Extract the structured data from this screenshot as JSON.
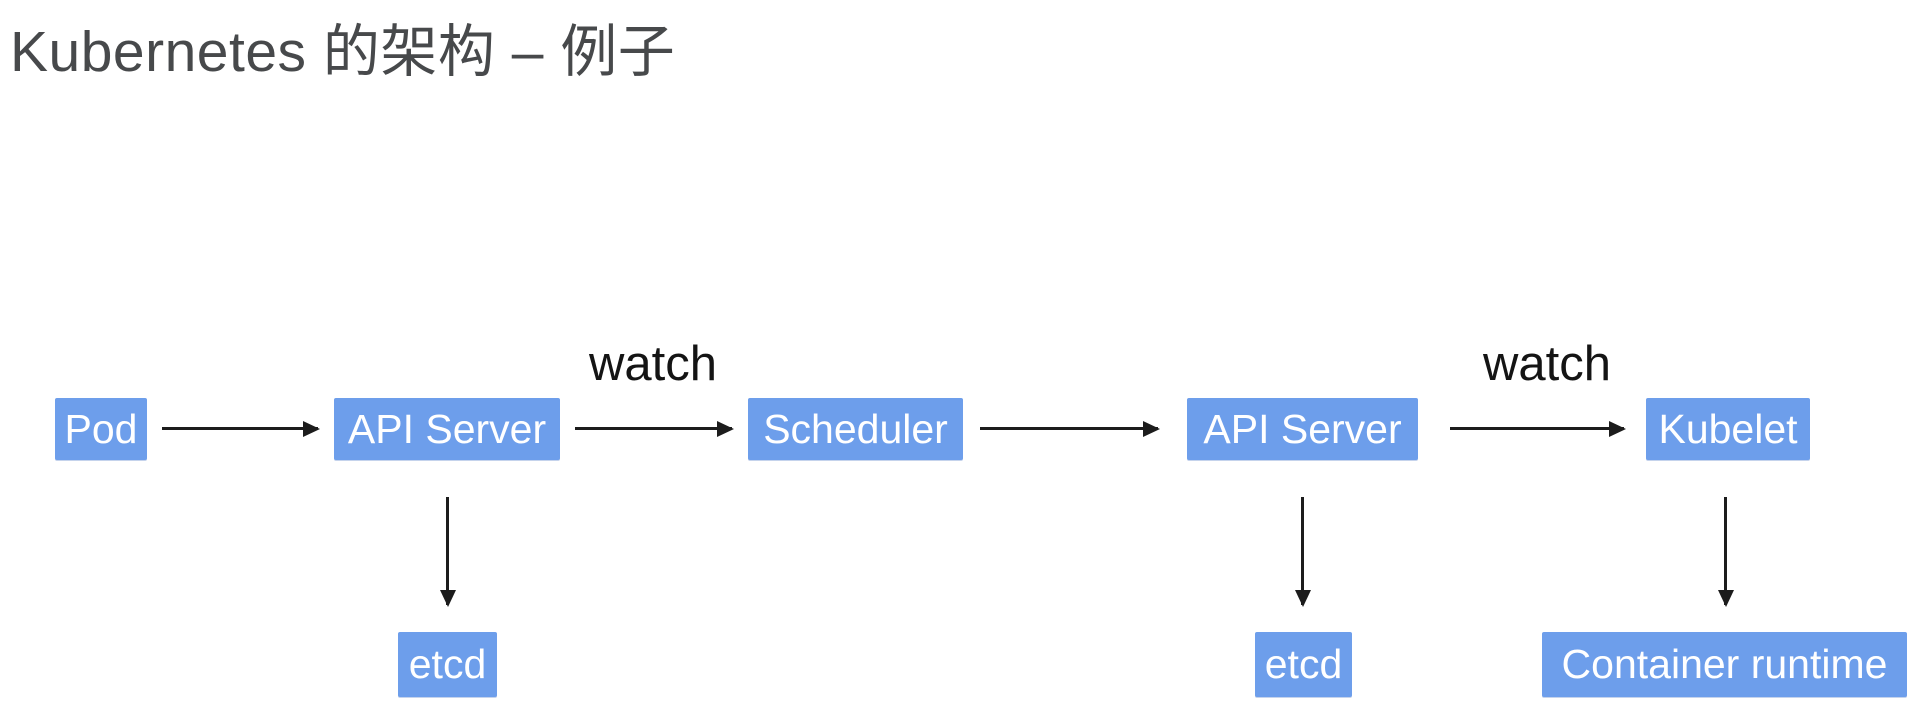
{
  "slide": {
    "title": "Kubernetes 的架构 – 例子"
  },
  "colors": {
    "slide_bg": "#ffffff",
    "title_color": "#47494b",
    "node_bg": "#6d9eeb",
    "node_text": "#ffffff",
    "arrow_color": "#1c1c1c",
    "label_text": "#141414"
  },
  "diagram": {
    "nodes": [
      {
        "id": "pod",
        "label": "Pod"
      },
      {
        "id": "api-server-1",
        "label": "API Server"
      },
      {
        "id": "scheduler",
        "label": "Scheduler"
      },
      {
        "id": "api-server-2",
        "label": "API Server"
      },
      {
        "id": "kubelet",
        "label": "Kubelet"
      },
      {
        "id": "etcd-1",
        "label": "etcd"
      },
      {
        "id": "etcd-2",
        "label": "etcd"
      },
      {
        "id": "container-runtime",
        "label": "Container runtime"
      }
    ],
    "edge_labels": [
      {
        "id": "watch-1",
        "label": "watch"
      },
      {
        "id": "watch-2",
        "label": "watch"
      }
    ],
    "edges": [
      {
        "from": "pod",
        "to": "api-server-1",
        "direction": "right",
        "label": ""
      },
      {
        "from": "api-server-1",
        "to": "scheduler",
        "direction": "right",
        "label": "watch"
      },
      {
        "from": "scheduler",
        "to": "api-server-2",
        "direction": "right",
        "label": ""
      },
      {
        "from": "api-server-2",
        "to": "kubelet",
        "direction": "right",
        "label": "watch"
      },
      {
        "from": "api-server-1",
        "to": "etcd-1",
        "direction": "down",
        "label": ""
      },
      {
        "from": "api-server-2",
        "to": "etcd-2",
        "direction": "down",
        "label": ""
      },
      {
        "from": "kubelet",
        "to": "container-runtime",
        "direction": "down",
        "label": ""
      }
    ]
  }
}
